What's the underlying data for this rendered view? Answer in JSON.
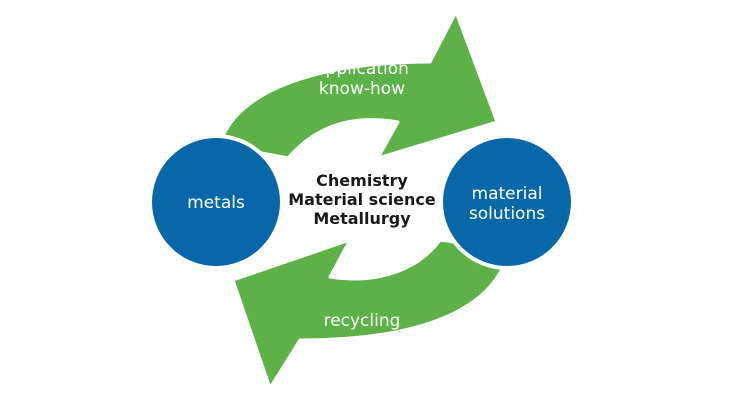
{
  "colors": {
    "arrow_green": "#5cb247",
    "circle_blue": "#0867a8",
    "text_dark": "#1a1a1a",
    "text_light": "#ffffff"
  },
  "nodes": {
    "left": {
      "label": "metals"
    },
    "right": {
      "label_lines": [
        "material",
        "solutions"
      ]
    }
  },
  "arrows": {
    "top": {
      "label_lines": [
        "application",
        "know-how"
      ]
    },
    "bottom": {
      "label": "recycling"
    }
  },
  "center": {
    "lines": [
      "Chemistry",
      "Material science",
      "Metallurgy"
    ]
  }
}
